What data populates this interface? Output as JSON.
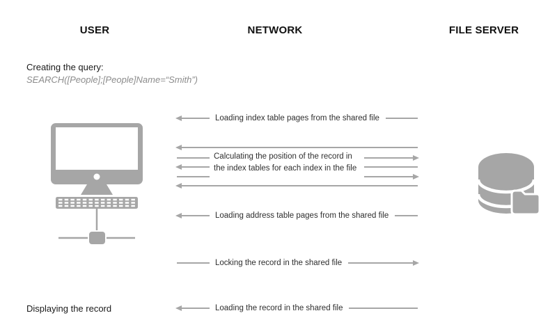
{
  "headers": {
    "user": "USER",
    "network": "NETWORK",
    "file_server": "FILE SERVER"
  },
  "query": {
    "title": "Creating the query:",
    "code": "SEARCH([People];[People]Name=“Smith”)"
  },
  "messages": [
    {
      "label": "Loading index table pages from the shared file",
      "direction": "server-to-user"
    },
    {
      "label_line1": "Calculating the position of the record in",
      "label_line2": "the index tables for each index in the file",
      "direction": "bidirectional",
      "arrow_sequence": [
        "to-user",
        "to-server",
        "to-user",
        "to-server",
        "to-user"
      ]
    },
    {
      "label": "Loading address table pages from the shared file",
      "direction": "server-to-user"
    },
    {
      "label": "Locking the record in the shared file",
      "direction": "user-to-server"
    },
    {
      "label": "Loading the record in the shared file",
      "direction": "server-to-user"
    }
  ],
  "footnote": "Displaying the record",
  "icons": {
    "user": "desktop-computer-with-network-connection",
    "file_server": "database-with-folder"
  },
  "colors": {
    "background": "#ffffff",
    "icon_gray": "#a6a6a6",
    "arrow_gray": "#a6a6a6",
    "heading_text": "#111111",
    "label_text": "#2e2e2e",
    "query_code_text": "#8c8c8c"
  }
}
